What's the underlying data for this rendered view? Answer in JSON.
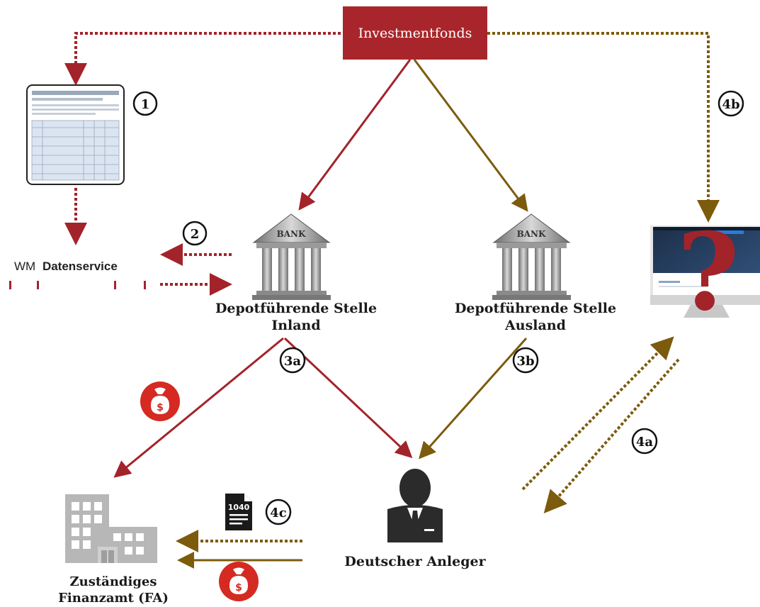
{
  "top_box": {
    "label": "Investmentfonds"
  },
  "nodes": {
    "bank_inland": {
      "line1": "Depotführende Stelle",
      "line2": "Inland",
      "sign": "BANK"
    },
    "bank_ausland": {
      "line1": "Depotführende Stelle",
      "line2": "Ausland",
      "sign": "BANK"
    },
    "investor": {
      "label": "Deutscher Anleger"
    },
    "tax_office": {
      "line1": "Zuständiges",
      "line2": "Finanzamt (FA)"
    },
    "wm": {
      "prefix": "WM",
      "name": "Datenservice"
    },
    "form": {
      "number": "1040"
    },
    "monitor": {
      "symbol": "?"
    }
  },
  "steps": {
    "s1": "1",
    "s2": "2",
    "s3a": "3a",
    "s3b": "3b",
    "s4a": "4a",
    "s4b": "4b",
    "s4c": "4c"
  },
  "colors": {
    "red": "#a3232a",
    "brown": "#7d5b0c",
    "box": "#a8262b",
    "money": "#d42a22",
    "building": "#b7b7b7"
  },
  "icons": [
    "document-icon",
    "bank-icon",
    "monitor-icon",
    "investor-icon",
    "building-icon",
    "money-bag-icon",
    "tax-form-icon"
  ]
}
